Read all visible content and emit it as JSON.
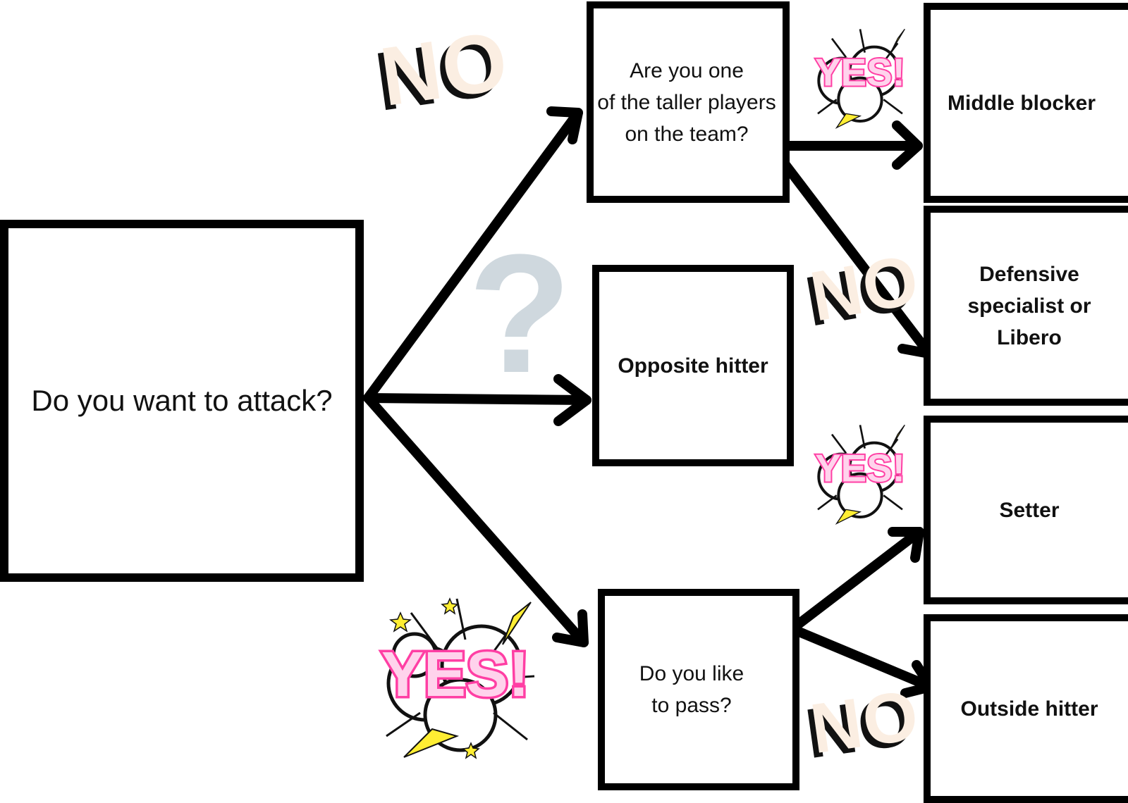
{
  "diagram": {
    "start_question": "Do you want to attack?",
    "question_tall": "Are you one\nof the taller players\non the team?",
    "question_pass": "Do you like\nto pass?",
    "answers": {
      "middle_blocker": "Middle blocker",
      "defensive_libero": "Defensive\nspecialist or\nLibero",
      "opposite_hitter": "Opposite hitter",
      "setter": "Setter",
      "outside_hitter": "Outside hitter"
    },
    "stickers": {
      "yes": "YES!",
      "no": "NO",
      "question_mark": "?"
    },
    "colors": {
      "yes_pink": "#ff3fa4",
      "yes_light": "#ffd3ec",
      "no_cream": "#fbeee2",
      "question_gray": "#cfd8de",
      "spark_yellow": "#ffee33"
    }
  }
}
